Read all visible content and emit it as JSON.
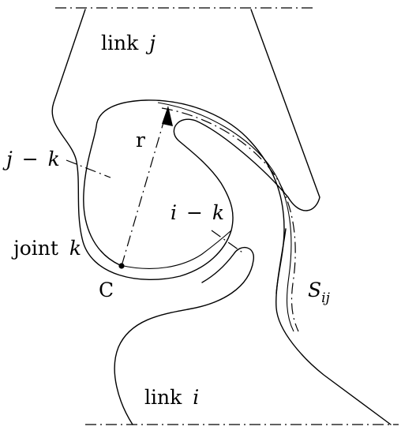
{
  "labels": {
    "link_j_word": "link",
    "link_j_var": "j",
    "link_i_word": "link",
    "link_i_var": "i",
    "joint_word": "joint",
    "joint_var": "k",
    "center": "C",
    "radius": "r",
    "jk_j": "j",
    "jk_minus": "−",
    "jk_k": "k",
    "ik_i": "i",
    "ik_minus": "−",
    "ik_k": "k",
    "sij_s": "S",
    "sij_sub": "ij"
  },
  "colors": {
    "line": "#000000",
    "background": "#ffffff"
  }
}
